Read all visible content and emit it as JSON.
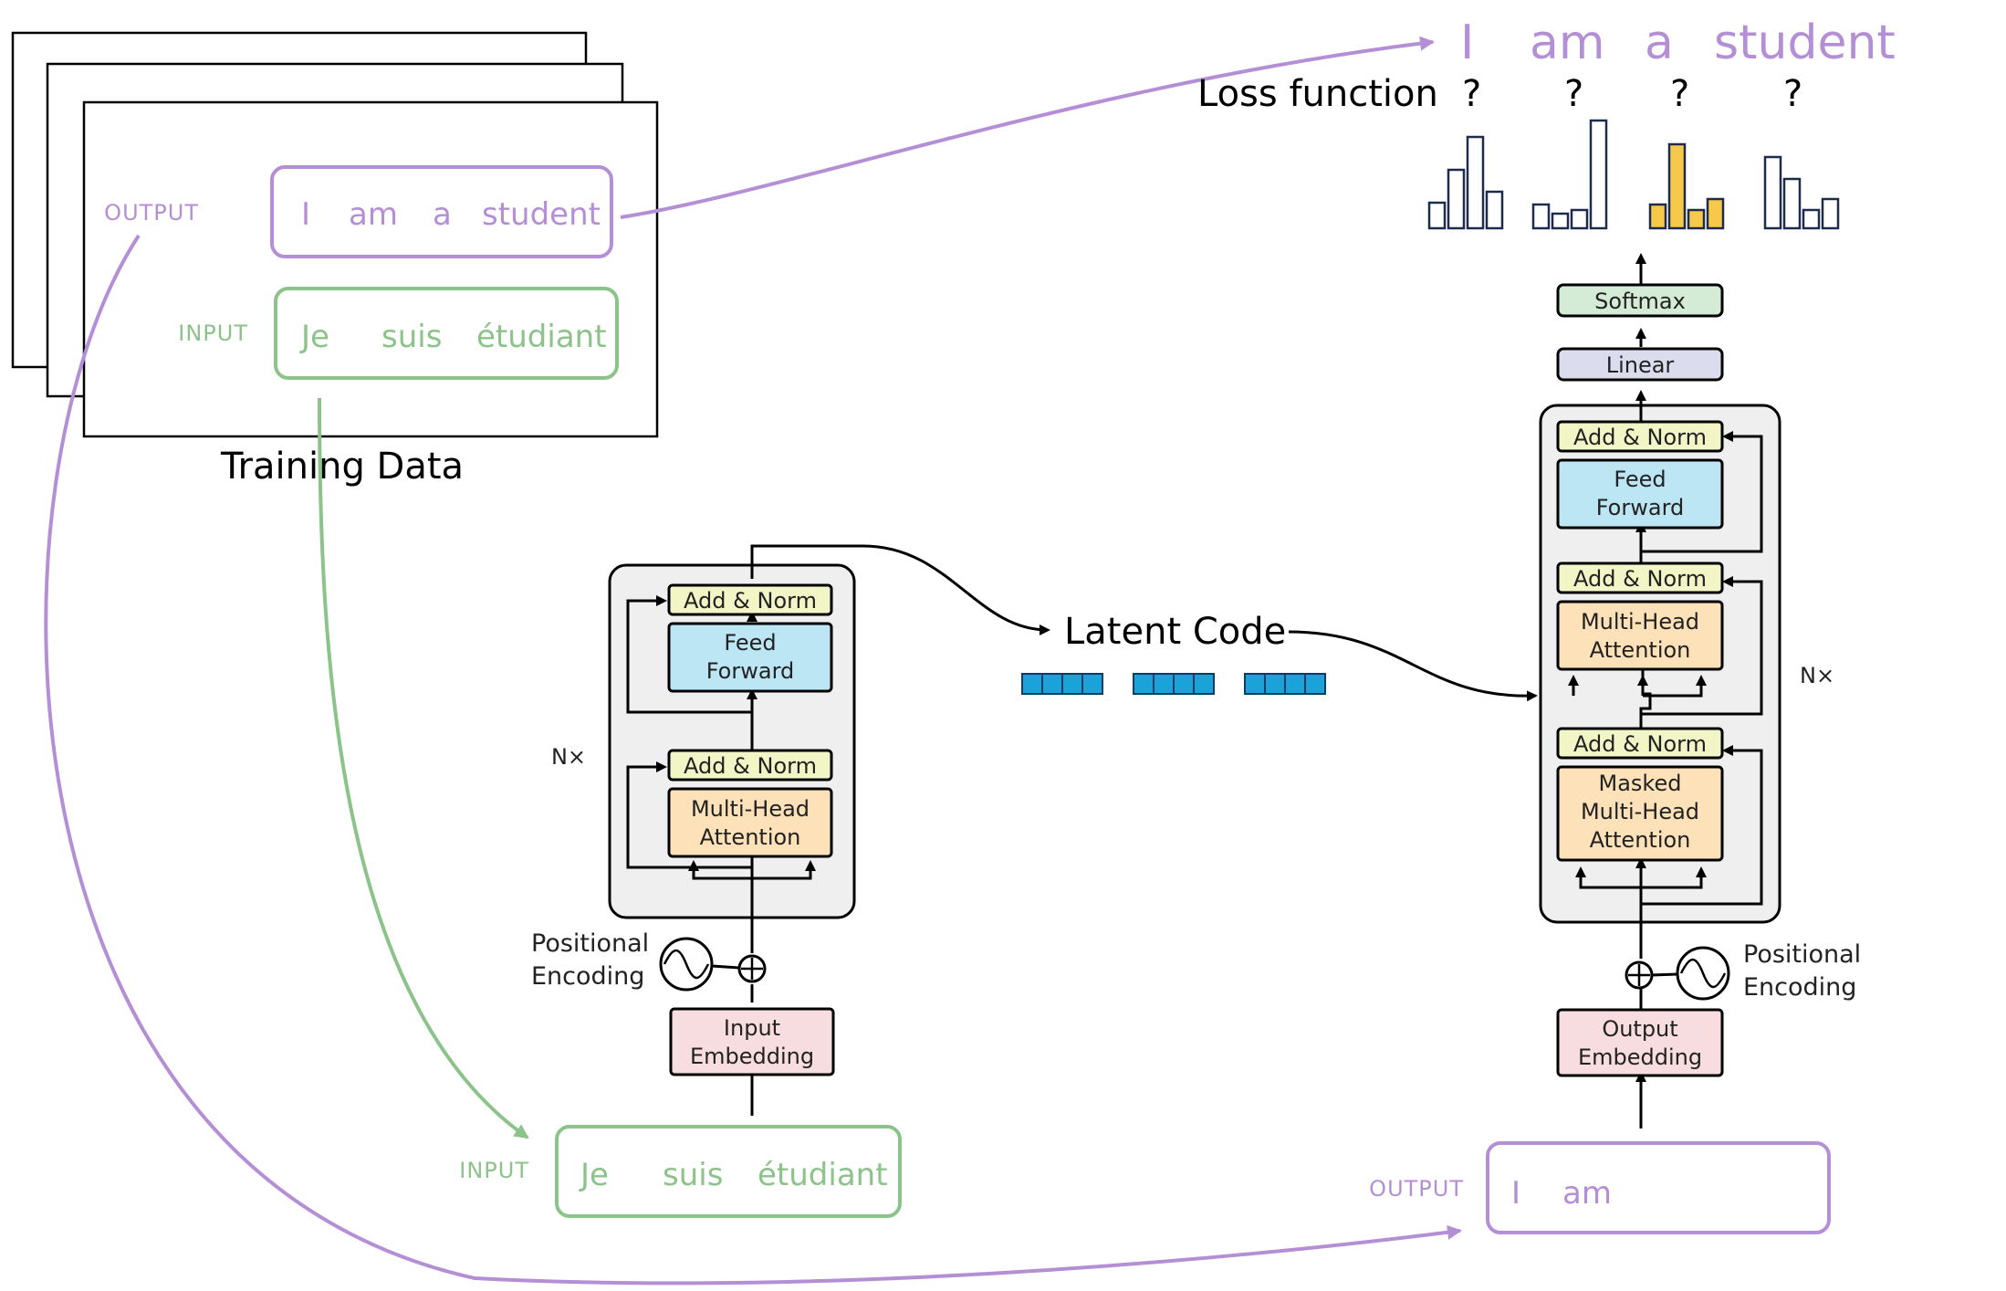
{
  "training": {
    "title": "Training Data",
    "output_label": "OUTPUT",
    "input_label": "INPUT",
    "output_words": [
      "I",
      "am",
      "a",
      "student"
    ],
    "input_words": [
      "Je",
      "suis",
      "étudiant"
    ]
  },
  "encoder": {
    "add_norm_top": "Add & Norm",
    "feed_forward": [
      "Feed",
      "Forward"
    ],
    "add_norm_bottom": "Add & Norm",
    "attention": [
      "Multi-Head",
      "Attention"
    ],
    "nx": "N×",
    "positional": [
      "Positional",
      "Encoding"
    ],
    "embedding": [
      "Input",
      "Embedding"
    ]
  },
  "latent": {
    "label": "Latent Code"
  },
  "decoder": {
    "softmax": "Softmax",
    "linear": "Linear",
    "add_norm_1": "Add & Norm",
    "feed_forward": [
      "Feed",
      "Forward"
    ],
    "add_norm_2": "Add & Norm",
    "attention": [
      "Multi-Head",
      "Attention"
    ],
    "add_norm_3": "Add & Norm",
    "masked_attention": [
      "Masked",
      "Multi-Head",
      "Attention"
    ],
    "nx": "N×",
    "positional": [
      "Positional",
      "Encoding"
    ],
    "embedding": [
      "Output",
      "Embedding"
    ]
  },
  "bottom": {
    "input_label": "INPUT",
    "input_words": [
      "Je",
      "suis",
      "étudiant"
    ],
    "output_label": "OUTPUT",
    "output_words": [
      "I",
      "am"
    ]
  },
  "top": {
    "output_words": [
      "I",
      "am",
      "a",
      "student"
    ],
    "loss_label": "Loss function",
    "question_marks": [
      "?",
      "?",
      "?",
      "?"
    ]
  },
  "colors": {
    "purple": "#b48fd6",
    "green": "#8cc38a",
    "add_norm": "#f2f6c6",
    "feed_forward": "#bde6f5",
    "attention": "#fde1b8",
    "embedding": "#f8dde0",
    "softmax": "#d4ecd6",
    "linear": "#dcdcef",
    "latent": "#1aa3d8",
    "bar_highlight": "#f7c94a",
    "bar_outline": "#1e2b4d"
  }
}
